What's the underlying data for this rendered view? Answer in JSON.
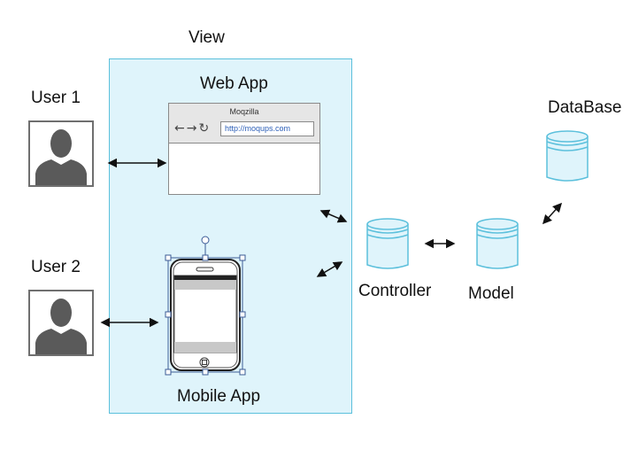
{
  "diagram": {
    "view_label": "View",
    "web_app_label": "Web App",
    "mobile_app_label": "Mobile App",
    "user1_label": "User 1",
    "user2_label": "User 2",
    "controller_label": "Controller",
    "model_label": "Model",
    "database_label": "DataBase",
    "browser": {
      "title": "Moqzilla",
      "url": "http://moqups.com",
      "nav_icons": "←→↻"
    }
  },
  "colors": {
    "view_fill": "#dff4fb",
    "view_border": "#5cc0dc",
    "db_fill": "#dff4fb",
    "db_stroke": "#5cc0dc",
    "avatar_fill": "#5a5a5a",
    "selection_handle": "#3b5b96"
  },
  "icons": [
    "user-avatar-icon",
    "database-icon",
    "browser-window-icon",
    "mobile-phone-icon",
    "double-arrow-icon"
  ]
}
